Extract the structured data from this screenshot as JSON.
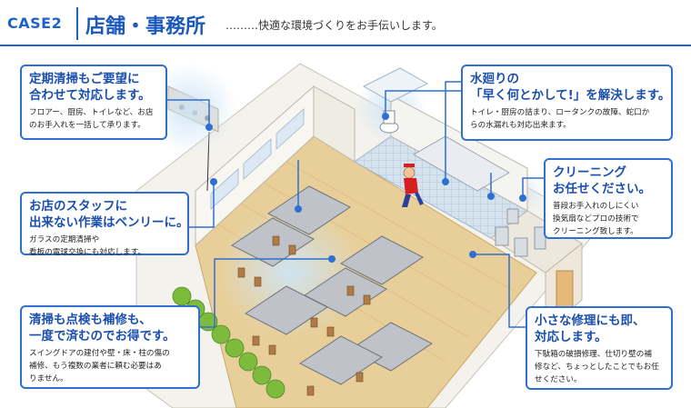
{
  "header": {
    "case_label": "CASE2",
    "title": "店舗・事務所",
    "subtitle": "………快適な環境づくりをお手伝いします。"
  },
  "callouts": [
    {
      "title_lines": [
        "定期清掃もご要望に",
        "合わせて対応します。"
      ],
      "body_lines": [
        "フロアー、厨房、トイレなど、お店",
        "のお手入れを一括して承ります。"
      ]
    },
    {
      "title_lines": [
        "お店のスタッフに",
        "出来ない作業はベンリーに。"
      ],
      "body_lines": [
        "ガラスの定期清掃や",
        "看板の電球交換にも対応します。"
      ]
    },
    {
      "title_lines": [
        "清掃も点検も補修も、",
        "一度で済むのでお得です。"
      ],
      "body_lines": [
        "スイングドアの建付や壁・床・柱の傷の",
        "補修、もう複数の業者に頼む必要はあ",
        "りません。"
      ]
    },
    {
      "title_lines": [
        "水廻りの",
        "「早く何とかして!」を解決します。"
      ],
      "body_lines": [
        "トイレ・厨房の詰まり、ロータンクの故障、蛇口か",
        "らの水漏れも対応出来ます。"
      ]
    },
    {
      "title_lines": [
        "クリーニング",
        "お任せください。"
      ],
      "body_lines": [
        "普段お手入れのしにくい",
        "換気扇などプロの技術で",
        "クリーニング致します。"
      ]
    },
    {
      "title_lines": [
        "小さな修理にも即、",
        "対応します。"
      ],
      "body_lines": [
        "下駄箱の破損修理、仕切り壁の補",
        "修など、ちょっとしたことでもお任",
        "せください。"
      ]
    }
  ],
  "colors": {
    "accent": "#2e6fd1",
    "title_text": "#1b4fae",
    "floor": "#e8cf99",
    "wall": "#f3f1ea",
    "glow": "#cfe4f6",
    "plant": "#7dbb3c",
    "tile": "#b8cbe0"
  },
  "icons": [
    "sign-lamp-icon",
    "worker-figure-icon",
    "toilet-icon",
    "marker-dot-icon"
  ]
}
